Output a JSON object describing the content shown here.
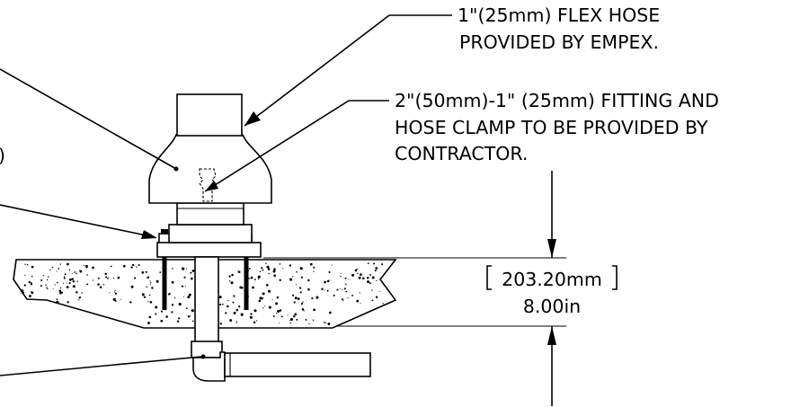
{
  "notes": {
    "flex_hose": [
      "1\"(25mm) FLEX HOSE",
      "PROVIDED BY EMPEX."
    ],
    "fitting": [
      "2\"(50mm)-1\" (25mm) FITTING AND",
      "HOSE CLAMP TO BE PROVIDED BY",
      "CONTRACTOR."
    ]
  },
  "dimension": {
    "metric": "203.20mm",
    "imperial": "8.00in"
  },
  "partial_text": {
    "left_paren": ")"
  }
}
